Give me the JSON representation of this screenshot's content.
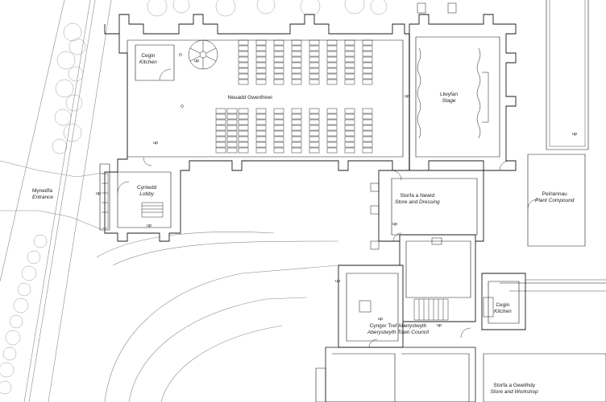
{
  "plan": {
    "rooms": [
      {
        "key": "cegin-top",
        "welsh": "Cegin",
        "english": "Kitchen"
      },
      {
        "key": "hall",
        "welsh": "Neuadd Gwenfrewi",
        "english": ""
      },
      {
        "key": "stage",
        "welsh": "Llwyfan",
        "english": "Stage"
      },
      {
        "key": "entrance",
        "welsh": "Mynedfa",
        "english": "Entrance"
      },
      {
        "key": "lobby",
        "welsh": "Cyntedd",
        "english": "Lobby"
      },
      {
        "key": "store-dressing",
        "welsh": "Storfa a Newid",
        "english": "Store and Dressing"
      },
      {
        "key": "plant",
        "welsh": "Peirlannau",
        "english": "Plant Compound"
      },
      {
        "key": "council",
        "welsh": "Cyngor Tref Aberystwyth",
        "english": "Aberystwyth Town Council"
      },
      {
        "key": "cegin-right",
        "welsh": "Cegin",
        "english": "Kitchen"
      },
      {
        "key": "workshop",
        "welsh": "Storfa a Gweithdy",
        "english": "Store and Workshop"
      }
    ],
    "up_label": "up",
    "colors": {
      "line": "#1a1a1a",
      "wall_fill": "#ffffff",
      "tree_line": "#9a9a9a",
      "path_line": "#8a8a8a"
    }
  }
}
